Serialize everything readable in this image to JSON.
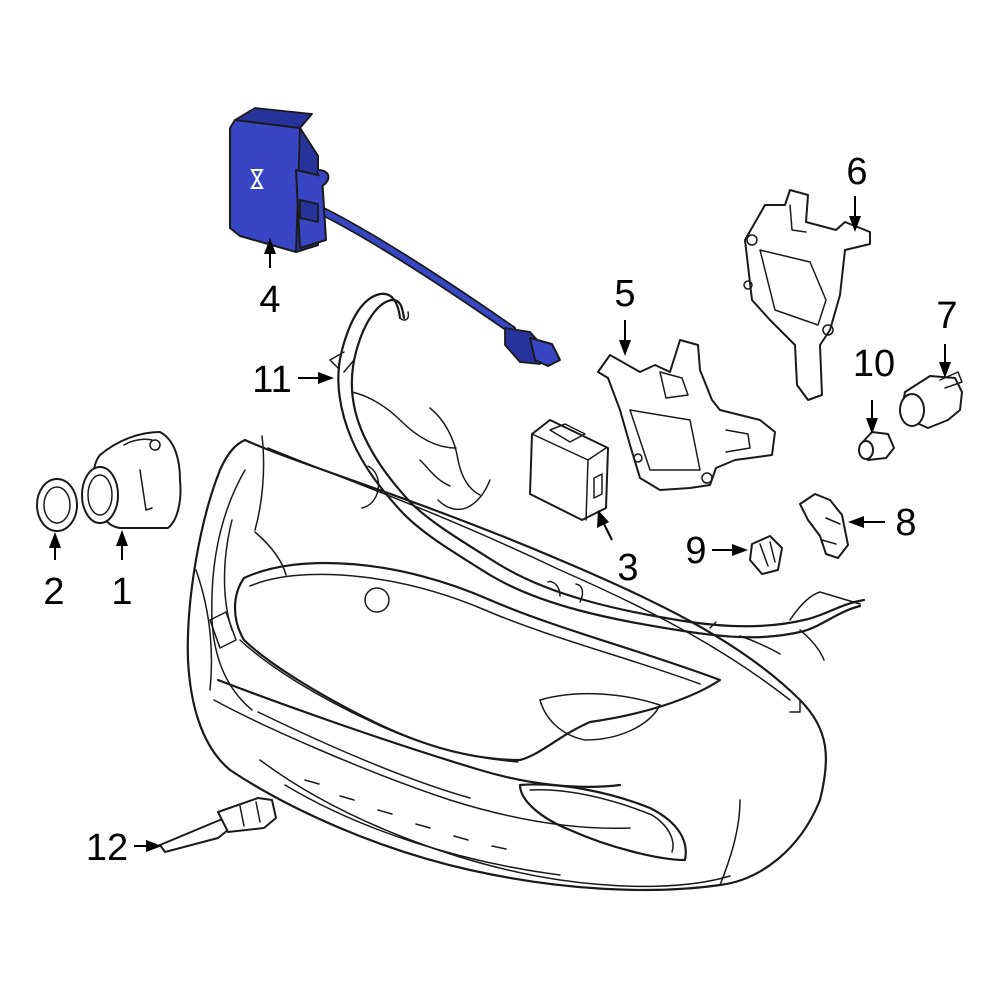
{
  "diagram": {
    "highlight_color": "#3946c4",
    "callouts": [
      {
        "id": "c1",
        "label": "1"
      },
      {
        "id": "c2",
        "label": "2"
      },
      {
        "id": "c3",
        "label": "3"
      },
      {
        "id": "c4",
        "label": "4"
      },
      {
        "id": "c5",
        "label": "5"
      },
      {
        "id": "c6",
        "label": "6"
      },
      {
        "id": "c7",
        "label": "7"
      },
      {
        "id": "c8",
        "label": "8"
      },
      {
        "id": "c9",
        "label": "9"
      },
      {
        "id": "c10",
        "label": "10"
      },
      {
        "id": "c11",
        "label": "11"
      },
      {
        "id": "c12",
        "label": "12"
      }
    ]
  }
}
